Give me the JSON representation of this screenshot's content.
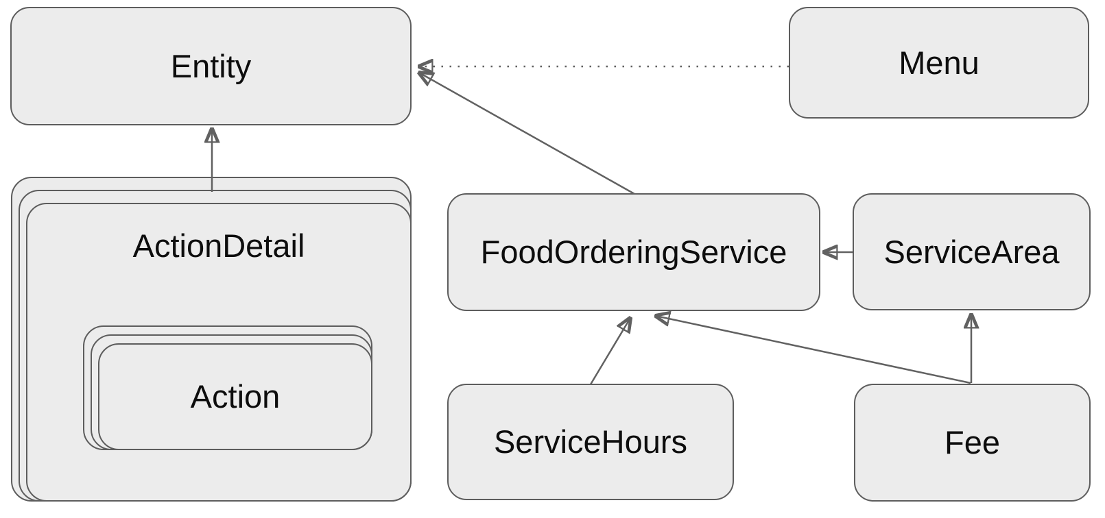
{
  "diagram": {
    "title": "food ordering service class diagram",
    "colors": {
      "bg": "#ffffff",
      "fill": "#ececec",
      "border": "#5d5d5d",
      "edge": "#616161",
      "text": "#0d0d0d"
    },
    "nodes": {
      "entity": "Entity",
      "menu": "Menu",
      "action_detail": "ActionDetail",
      "action": "Action",
      "food_ordering_service": "FoodOrderingService",
      "service_area": "ServiceArea",
      "service_hours": "ServiceHours",
      "fee": "Fee"
    },
    "stacked_nodes": [
      "ActionDetail",
      "Action"
    ],
    "edges": [
      {
        "from": "ActionDetail",
        "to": "Entity",
        "style": "solid",
        "arrowhead": "filled"
      },
      {
        "from": "Menu",
        "to": "Entity",
        "style": "dotted",
        "arrowhead": "filled"
      },
      {
        "from": "FoodOrderingService",
        "to": "Entity",
        "style": "solid",
        "arrowhead": "filled"
      },
      {
        "from": "ServiceArea",
        "to": "FoodOrderingService",
        "style": "solid",
        "arrowhead": "filled"
      },
      {
        "from": "ServiceHours",
        "to": "FoodOrderingService",
        "style": "solid",
        "arrowhead": "filled"
      },
      {
        "from": "Fee",
        "to": "FoodOrderingService",
        "style": "solid",
        "arrowhead": "filled"
      },
      {
        "from": "Fee",
        "to": "ServiceArea",
        "style": "solid",
        "arrowhead": "filled"
      }
    ]
  }
}
